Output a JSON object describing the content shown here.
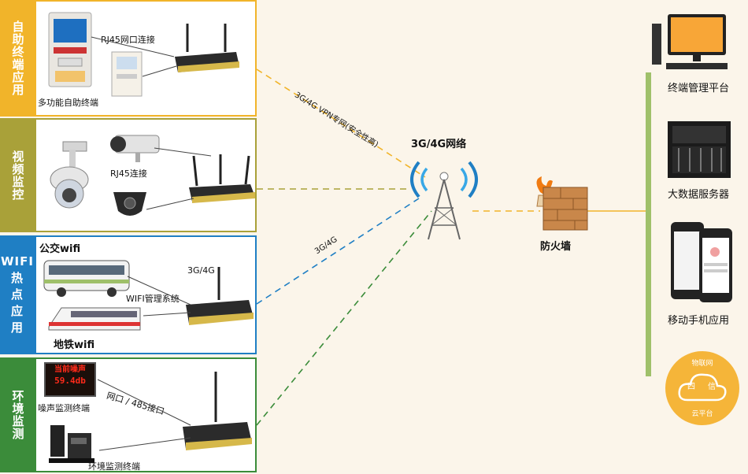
{
  "sections": [
    {
      "label": "自助终端应用",
      "color": "#f1b42a",
      "items": [
        "RJ45网口连接",
        "多功能自助终端"
      ]
    },
    {
      "label": "视频监控",
      "color": "#a9a139",
      "items": [
        "RJ45连接"
      ]
    },
    {
      "label_lines": [
        "WIFI",
        "热",
        "点",
        "应",
        "用"
      ],
      "color": "#1f7fc4",
      "items": [
        "公交wifi",
        "WIFI管理系统",
        "3G/4G",
        "地铁wifi"
      ]
    },
    {
      "label": "环境监测",
      "color": "#3b8c3a",
      "items": [
        "网口 / 485接口",
        "噪声监测终端",
        "环境监测终端"
      ]
    }
  ],
  "noise_display": {
    "line1": "当前噪声",
    "line2": "59.4db"
  },
  "links": {
    "vpn": "3G/4G VPN专网(安全性高)",
    "wifi_link": "3G/4G"
  },
  "network": {
    "title": "3G/4G网络"
  },
  "firewall": {
    "label": "防火墙"
  },
  "right_items": [
    "终端管理平台",
    "大数据服务器",
    "移动手机应用"
  ],
  "cloud": {
    "top": "物联网",
    "left": "四",
    "right": "信",
    "bottom": "云平台"
  },
  "colors": {
    "orange": "#f1b42a",
    "olive": "#a9a139",
    "blue": "#1f7fc4",
    "green": "#3b8c3a",
    "bus_line": "#9fc06a"
  }
}
